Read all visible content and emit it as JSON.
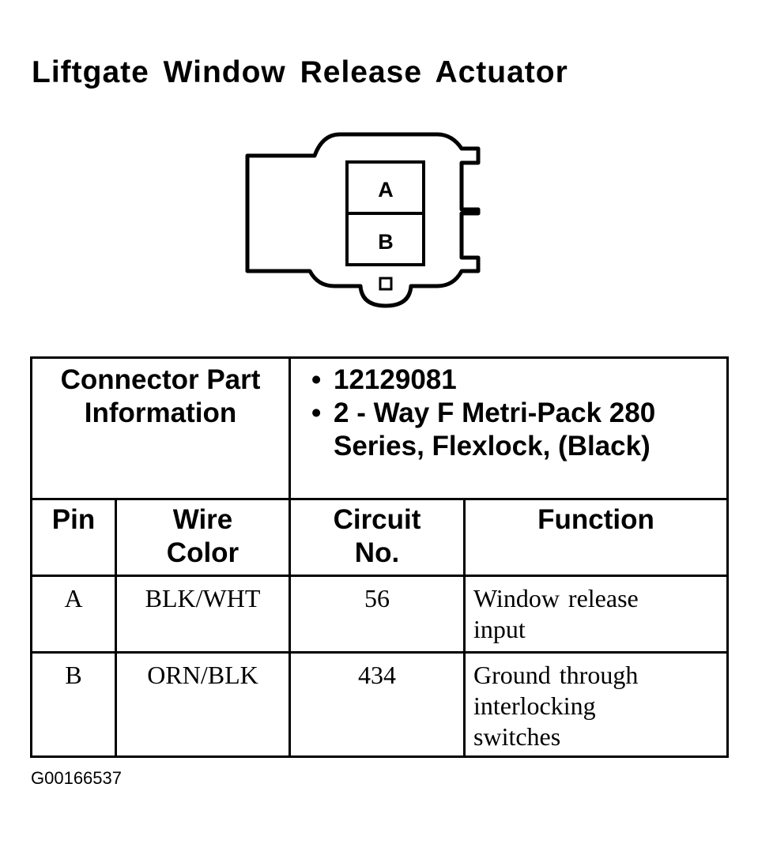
{
  "title": "Liftgate Window Release Actuator",
  "connector_diagram": {
    "cavities": [
      "A",
      "B"
    ]
  },
  "part_info": {
    "label": "Connector Part Information",
    "items": [
      "12129081",
      "2 - Way F Metri-Pack 280 Series, Flexlock, (Black)"
    ]
  },
  "pin_table": {
    "headers": {
      "pin": "Pin",
      "wire_color": "Wire Color",
      "circuit": "Circuit No.",
      "function": "Function"
    },
    "rows": [
      {
        "pin": "A",
        "wire_color": "BLK/WHT",
        "circuit": "56",
        "function": "Window release input"
      },
      {
        "pin": "B",
        "wire_color": "ORN/BLK",
        "circuit": "434",
        "function": "Ground through interlocking switches"
      }
    ]
  },
  "figure_id": "G00166537"
}
